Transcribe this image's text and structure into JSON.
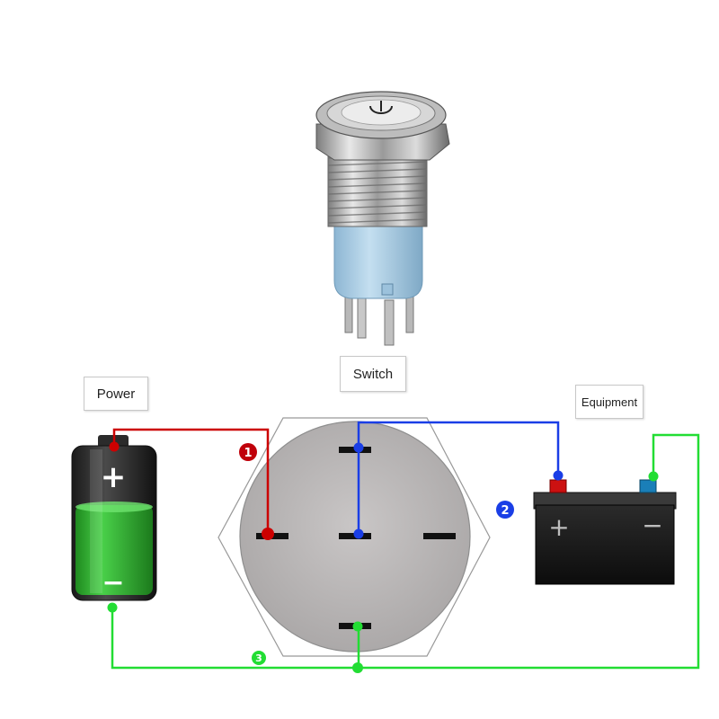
{
  "labels": {
    "power": "Power",
    "switch": "Switch",
    "equipment": "Equipment"
  },
  "markers": {
    "m1": "1",
    "m2": "2",
    "m3": "3"
  },
  "battery": {
    "plus": "+",
    "minus": "−"
  },
  "car_battery": {
    "plus": "+",
    "minus": "−"
  },
  "colors": {
    "wire_1": "#cc0000",
    "wire_2": "#1a3ee6",
    "wire_3": "#22dd33",
    "switch_face": "#b9b6b6",
    "battery_green": "#2fb52f",
    "switch_body_blue": "#a8cbe3"
  },
  "icons": [
    "power-symbol-icon",
    "battery-icon",
    "car-battery-icon",
    "push-button-switch-icon"
  ]
}
